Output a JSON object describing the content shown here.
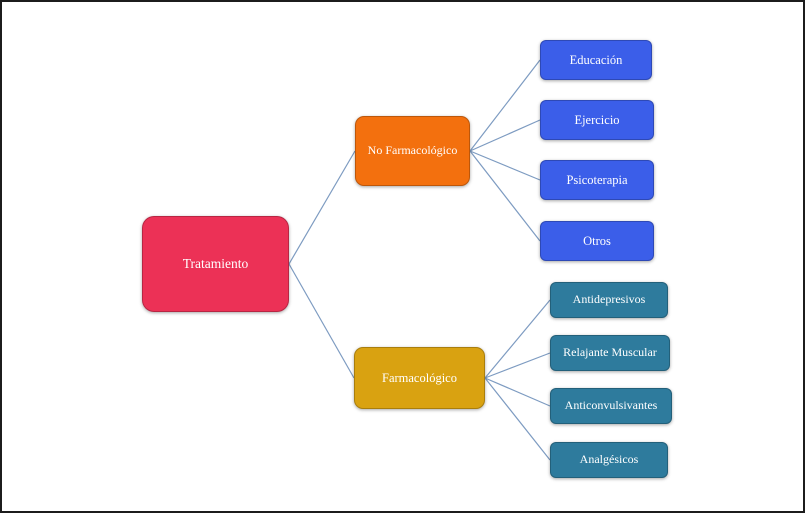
{
  "diagram": {
    "connector_color": "#7d9bc1",
    "root": {
      "label": "Tratamiento",
      "fill": "#ec3156"
    },
    "branches": [
      {
        "label": "No Farmacológico",
        "fill": "#f3700e",
        "children_fill": "#3b5ee9",
        "children": [
          {
            "label": "Educación"
          },
          {
            "label": "Ejercicio"
          },
          {
            "label": "Psicoterapia"
          },
          {
            "label": "Otros"
          }
        ]
      },
      {
        "label": "Farmacológico",
        "fill": "#d9a211",
        "children_fill": "#2e7b9d",
        "children": [
          {
            "label": "Antidepresivos"
          },
          {
            "label": "Relajante Muscular"
          },
          {
            "label": "Anticonvulsivantes"
          },
          {
            "label": "Analgésicos"
          }
        ]
      }
    ]
  }
}
